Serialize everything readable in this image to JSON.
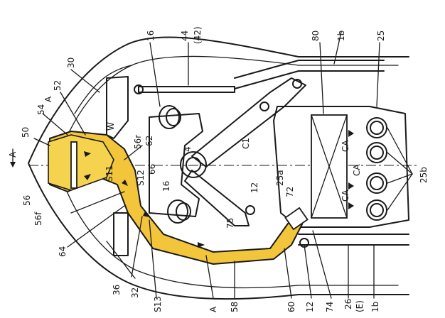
{
  "labels": {
    "l16a": "16",
    "l44": "44",
    "l42": "(42)",
    "l80": "80",
    "l1b_top": "1b",
    "l25": "25",
    "l30": "30",
    "l52": "52",
    "lA_top": "A",
    "l54": "54",
    "l50": "50",
    "lW": "W",
    "l56r": "56r",
    "l62": "62",
    "l4": "4",
    "lC1": "C1",
    "lCA1": "CA",
    "lCA2": "CA",
    "lCA3": "CA",
    "l25b": "25b",
    "lA_left": "A",
    "lS11": "S11",
    "lS12": "S12",
    "l66": "66",
    "l16b": "16",
    "l12a": "12",
    "l25a": "25a",
    "l72": "72",
    "l56": "56",
    "l56f": "56f",
    "l64": "64",
    "l75": "75",
    "l36": "36",
    "l32": "32",
    "lS13": "S13",
    "lA_bot": "A",
    "l58": "58",
    "l60": "60",
    "l12b": "12",
    "l74": "74",
    "l26": "26",
    "lE": "(E)",
    "l1b_bot": "1b"
  }
}
